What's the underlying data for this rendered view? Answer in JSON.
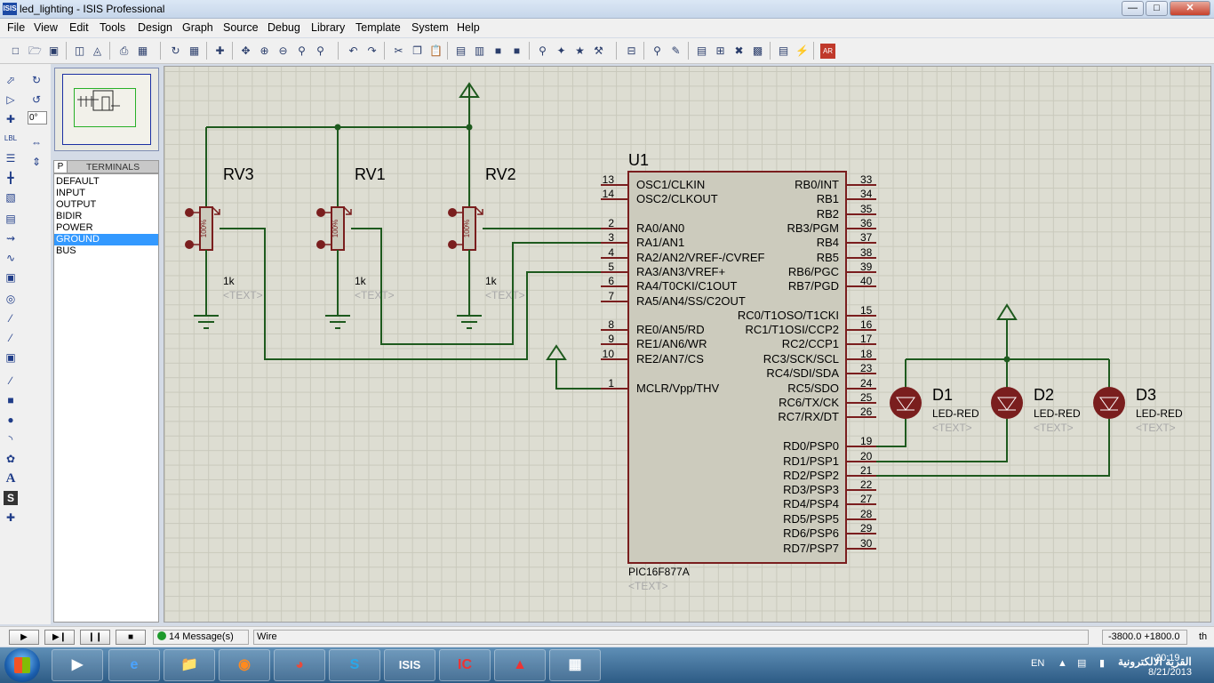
{
  "window": {
    "title": "led_lighting - ISIS Professional",
    "app_icon": "ISIS"
  },
  "menu": [
    "File",
    "View",
    "Edit",
    "Tools",
    "Design",
    "Graph",
    "Source",
    "Debug",
    "Library",
    "Template",
    "System",
    "Help"
  ],
  "toolbar_icons": [
    "new-icon",
    "open-icon",
    "save-icon",
    "import-icon",
    "export-icon",
    "print-icon",
    "print-area-icon",
    "refresh-icon",
    "grid-icon",
    "origin-icon",
    "pan-icon",
    "zoom-in-icon",
    "zoom-out-icon",
    "zoom-all-icon",
    "zoom-area-icon",
    "undo-icon",
    "redo-icon",
    "cut-icon",
    "copy-icon",
    "paste-icon",
    "block-copy-icon",
    "block-move-icon",
    "block-rotate-icon",
    "block-delete-icon",
    "pick-device-icon",
    "make-device-icon",
    "packaging-icon",
    "decompose-icon",
    "wire-autorouter-icon",
    "search-tag-icon",
    "property-assign-icon",
    "new-sheet-icon",
    "remove-sheet-icon",
    "goto-sheet-icon",
    "bom-icon",
    "erc-icon",
    "netlist-ares-icon"
  ],
  "left_tools": [
    "select-icon",
    "component-icon",
    "junction-icon",
    "wire-label-icon",
    "text-script-icon",
    "bus-icon",
    "subcircuit-icon",
    "terminal-icon",
    "device-pin-icon",
    "graph-icon",
    "tape-recorder-icon",
    "generator-icon",
    "voltage-probe-icon",
    "current-probe-icon",
    "virtual-instrument-icon",
    "line-icon",
    "box-icon",
    "circle-icon",
    "arc-icon",
    "path-icon",
    "text-icon",
    "symbol-icon",
    "marker-icon"
  ],
  "rotate": {
    "angle": "0°"
  },
  "terminals_panel": {
    "button": "P",
    "title": "TERMINALS",
    "items": [
      "DEFAULT",
      "INPUT",
      "OUTPUT",
      "BIDIR",
      "POWER",
      "GROUND",
      "BUS"
    ],
    "selected": "GROUND"
  },
  "schematic": {
    "pots": [
      {
        "name": "RV3",
        "value": "1k",
        "text": "<TEXT>",
        "body": "100%"
      },
      {
        "name": "RV1",
        "value": "1k",
        "text": "<TEXT>",
        "body": "100%"
      },
      {
        "name": "RV2",
        "value": "1k",
        "text": "<TEXT>",
        "body": "100%"
      }
    ],
    "mcu": {
      "ref": "U1",
      "part": "PIC16F877A",
      "text": "<TEXT>",
      "left_pins": [
        {
          "num": "13",
          "label": "OSC1/CLKIN"
        },
        {
          "num": "14",
          "label": "OSC2/CLKOUT"
        },
        {
          "num": "2",
          "label": "RA0/AN0"
        },
        {
          "num": "3",
          "label": "RA1/AN1"
        },
        {
          "num": "4",
          "label": "RA2/AN2/VREF-/CVREF"
        },
        {
          "num": "5",
          "label": "RA3/AN3/VREF+"
        },
        {
          "num": "6",
          "label": "RA4/T0CKI/C1OUT"
        },
        {
          "num": "7",
          "label": "RA5/AN4/SS/C2OUT"
        },
        {
          "num": "8",
          "label": "RE0/AN5/RD"
        },
        {
          "num": "9",
          "label": "RE1/AN6/WR"
        },
        {
          "num": "10",
          "label": "RE2/AN7/CS"
        },
        {
          "num": "1",
          "label": "MCLR/Vpp/THV"
        }
      ],
      "right_pins": [
        {
          "num": "33",
          "label": "RB0/INT"
        },
        {
          "num": "34",
          "label": "RB1"
        },
        {
          "num": "35",
          "label": "RB2"
        },
        {
          "num": "36",
          "label": "RB3/PGM"
        },
        {
          "num": "37",
          "label": "RB4"
        },
        {
          "num": "38",
          "label": "RB5"
        },
        {
          "num": "39",
          "label": "RB6/PGC"
        },
        {
          "num": "40",
          "label": "RB7/PGD"
        },
        {
          "num": "15",
          "label": "RC0/T1OSO/T1CKI"
        },
        {
          "num": "16",
          "label": "RC1/T1OSI/CCP2"
        },
        {
          "num": "17",
          "label": "RC2/CCP1"
        },
        {
          "num": "18",
          "label": "RC3/SCK/SCL"
        },
        {
          "num": "23",
          "label": "RC4/SDI/SDA"
        },
        {
          "num": "24",
          "label": "RC5/SDO"
        },
        {
          "num": "25",
          "label": "RC6/TX/CK"
        },
        {
          "num": "26",
          "label": "RC7/RX/DT"
        },
        {
          "num": "19",
          "label": "RD0/PSP0"
        },
        {
          "num": "20",
          "label": "RD1/PSP1"
        },
        {
          "num": "21",
          "label": "RD2/PSP2"
        },
        {
          "num": "22",
          "label": "RD3/PSP3"
        },
        {
          "num": "27",
          "label": "RD4/PSP4"
        },
        {
          "num": "28",
          "label": "RD5/PSP5"
        },
        {
          "num": "29",
          "label": "RD6/PSP6"
        },
        {
          "num": "30",
          "label": "RD7/PSP7"
        }
      ]
    },
    "leds": [
      {
        "name": "D1",
        "part": "LED-RED",
        "text": "<TEXT>"
      },
      {
        "name": "D2",
        "part": "LED-RED",
        "text": "<TEXT>"
      },
      {
        "name": "D3",
        "part": "LED-RED",
        "text": "<TEXT>"
      }
    ],
    "colors": {
      "wire": "#1e5a1e",
      "component": "#7a1e1e",
      "body": "#cccbbd",
      "pin": "#7a1e1e",
      "text": "#000000",
      "hint": "#a8a8a8"
    }
  },
  "status": {
    "messages": "14 Message(s)",
    "mode": "Wire",
    "coord": "-3800.0  +1800.0",
    "unit": "th"
  },
  "taskbar": {
    "apps": [
      "media-player-icon",
      "internet-explorer-icon",
      "file-explorer-icon",
      "firefox-icon",
      "chrome-icon",
      "skype-icon",
      "isis-icon",
      "ic-icon",
      "acrobat-icon",
      "calculator-icon"
    ],
    "isis_label": "ISIS",
    "ic_label": "IC",
    "lang": "EN",
    "time": "20:19",
    "date": "8/21/2013",
    "watermark": "القرية الالكترونية"
  }
}
